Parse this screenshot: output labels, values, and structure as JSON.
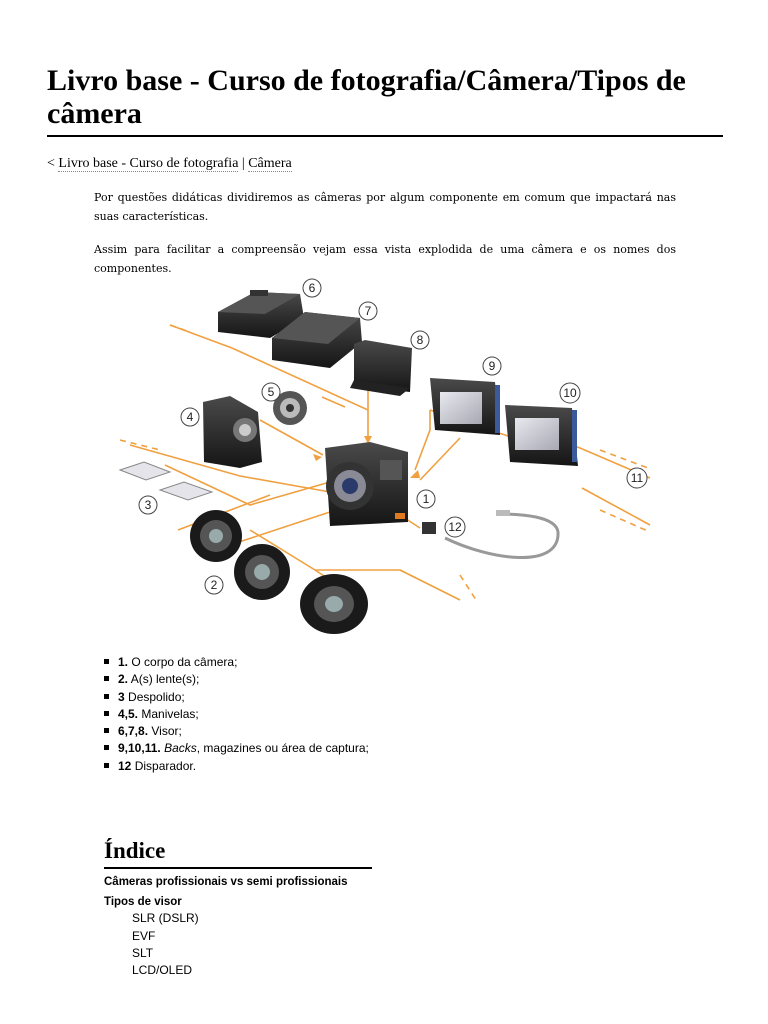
{
  "page": {
    "title": "Livro base - Curso de fotografia/Câmera/Tipos de câmera",
    "breadcrumb": {
      "prefix": "<",
      "link1": "Livro base - Curso de fotografia",
      "separator": "|",
      "link2": "Câmera"
    },
    "paragraphs": [
      "Por questões didáticas dividiremos as câmeras por algum componente em comum que impactará nas suas características.",
      "Assim para facilitar a compreensão vejam essa vista explodida de uma câmera e os nomes dos componentes."
    ]
  },
  "figure": {
    "accent_color": "#f0a040",
    "labels": [
      "1",
      "2",
      "3",
      "4",
      "5",
      "6",
      "7",
      "8",
      "9",
      "10",
      "11",
      "12"
    ]
  },
  "legend": [
    {
      "num": "1.",
      "text": " O corpo da câmera;"
    },
    {
      "num": "2.",
      "text": " A(s) lente(s);"
    },
    {
      "num": "3",
      "text": " Despolido;"
    },
    {
      "num": "4,5.",
      "text": " Manivelas;"
    },
    {
      "num": "6,7,8.",
      "text": " Visor;"
    },
    {
      "num": "9,10,11.",
      "em": "Backs",
      "text": ", magazines ou área de captura;"
    },
    {
      "num": "12",
      "text": " Disparador."
    }
  ],
  "toc": {
    "title": "Índice",
    "section1": "Câmeras profissionais vs semi profissionais",
    "section2": "Tipos de visor",
    "subitems": [
      "SLR (DSLR)",
      "EVF",
      "SLT",
      "LCD/OLED"
    ]
  }
}
